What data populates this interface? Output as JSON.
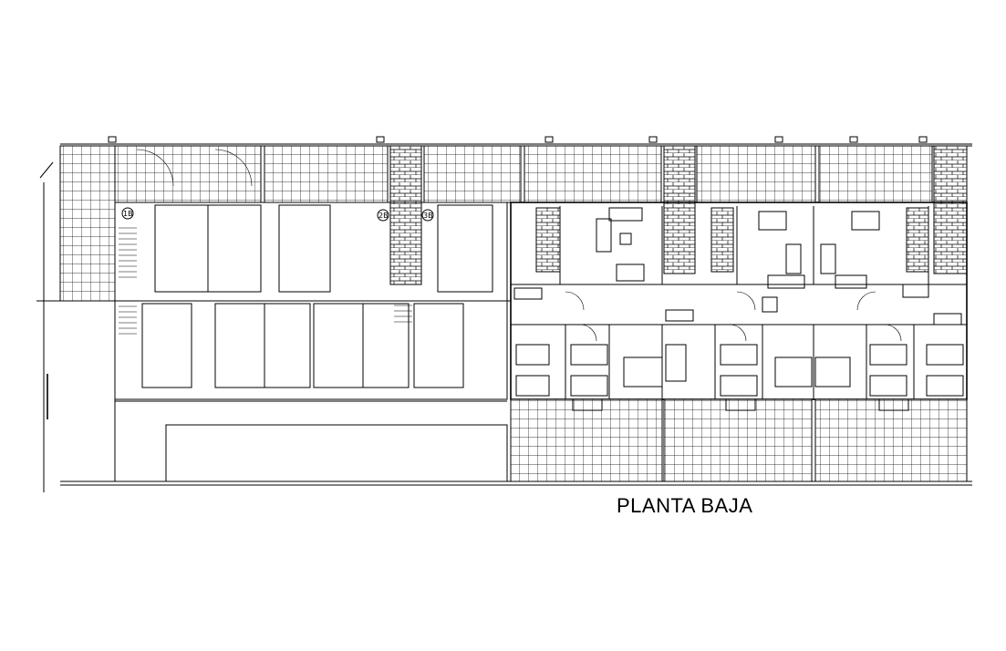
{
  "drawing": {
    "title": "PLANTA BAJA",
    "stair_tags": [
      "1B",
      "2B",
      "3B"
    ]
  },
  "colors": {
    "line": "#000000",
    "background": "#ffffff"
  }
}
